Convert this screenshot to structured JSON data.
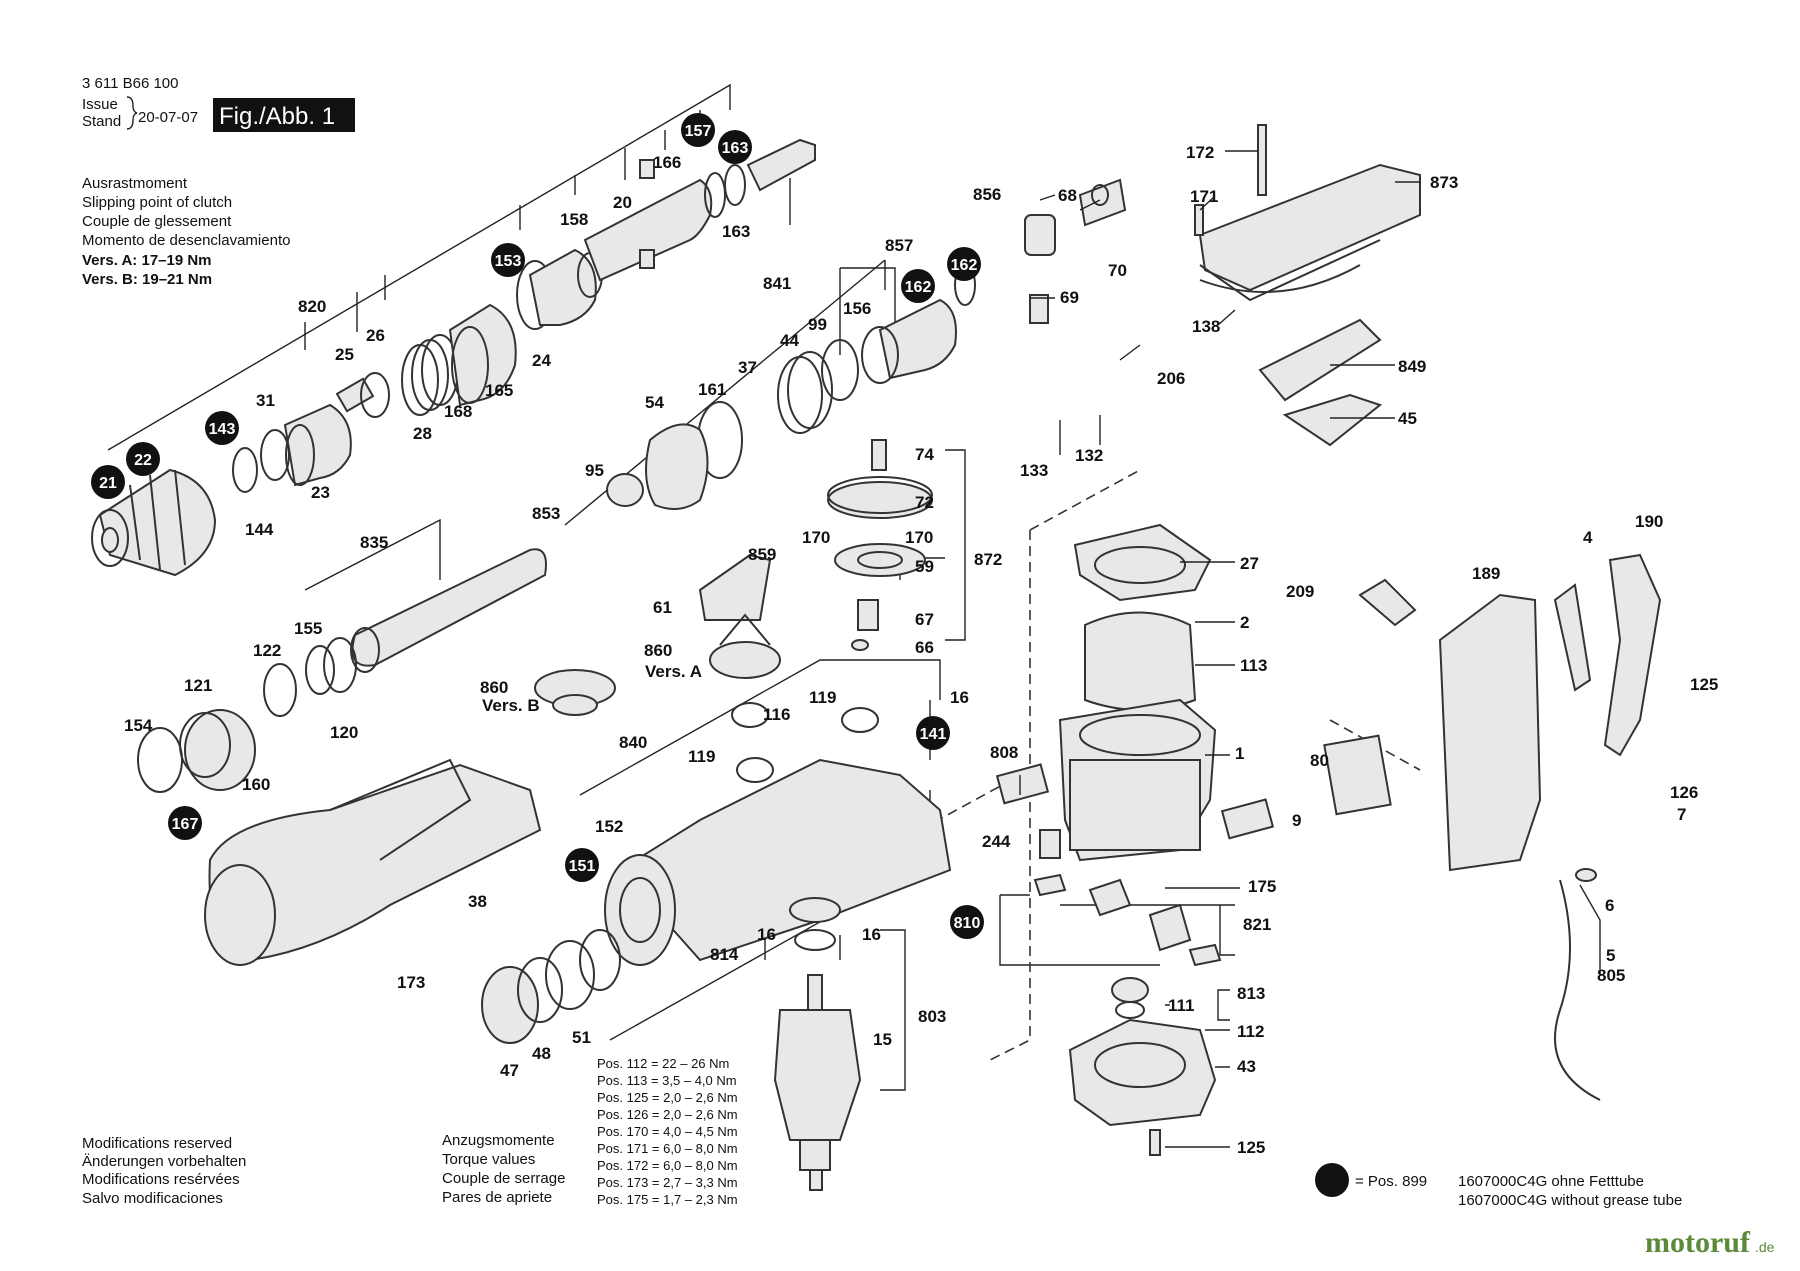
{
  "header": {
    "doc_number": "3 611 B66 100",
    "issue_label": "Issue",
    "stand_label": "Stand",
    "date": "20-07-07",
    "figure": "Fig./Abb. 1"
  },
  "clutch_note": {
    "lines": [
      "Ausrastmoment",
      "Slipping point of clutch",
      "Couple de glessement",
      "Momento de desenclavamiento"
    ],
    "vers_a": "Vers. A: 17–19 Nm",
    "vers_b": "Vers. B: 19–21 Nm"
  },
  "modifications": [
    "Modifications reserved",
    "Änderungen vorbehalten",
    "Modifications resérvées",
    "Salvo modificaciones"
  ],
  "torque_labels": [
    "Anzugsmomente",
    "Torque values",
    "Couple de serrage",
    "Pares de apriete"
  ],
  "torque_values": [
    "Pos. 112 = 22 – 26 Nm",
    "Pos. 113 = 3,5 – 4,0 Nm",
    "Pos. 125 = 2,0 – 2,6 Nm",
    "Pos. 126 = 2,0 – 2,6 Nm",
    "Pos. 170 = 4,0 – 4,5 Nm",
    "Pos. 171 = 6,0 – 8,0 Nm",
    "Pos. 172 = 6,0 – 8,0 Nm",
    "Pos. 173 = 2,7 – 3,3 Nm",
    "Pos. 175 = 1,7 – 2,3 Nm"
  ],
  "legend": {
    "symbol_text": "= Pos. 899",
    "line1": "1607000C4G ohne Fetttube",
    "line2": "1607000C4G without grease tube"
  },
  "watermark": {
    "brand": "motoruf",
    "suffix": ".de"
  },
  "vers_a_label": "Vers. A",
  "vers_b_label": "Vers. B",
  "part_labels": [
    "166",
    "20",
    "158",
    "841",
    "163",
    "820",
    "25",
    "26",
    "24",
    "31",
    "165",
    "168",
    "28",
    "23",
    "144",
    "835",
    "155",
    "122",
    "121",
    "154",
    "120",
    "160",
    "38",
    "173",
    "856",
    "68",
    "70",
    "69",
    "857",
    "156",
    "99",
    "44",
    "37",
    "161",
    "54",
    "95",
    "853",
    "74",
    "72",
    "170",
    "170",
    "859",
    "59",
    "872",
    "61",
    "67",
    "66",
    "860",
    "860",
    "119",
    "116",
    "840",
    "119",
    "152",
    "16",
    "16",
    "16",
    "814",
    "803",
    "15",
    "51",
    "48",
    "47",
    "172",
    "171",
    "873",
    "138",
    "849",
    "45",
    "206",
    "132",
    "133",
    "27",
    "2",
    "113",
    "1",
    "808",
    "9",
    "244",
    "175",
    "821",
    "813",
    "111",
    "112",
    "43",
    "125",
    "209",
    "189",
    "190",
    "4",
    "125",
    "80",
    "126",
    "7",
    "6",
    "5",
    "805"
  ],
  "badges": [
    "157",
    "163",
    "153",
    "162",
    "162",
    "143",
    "22",
    "21",
    "167",
    "151",
    "141",
    "810"
  ]
}
